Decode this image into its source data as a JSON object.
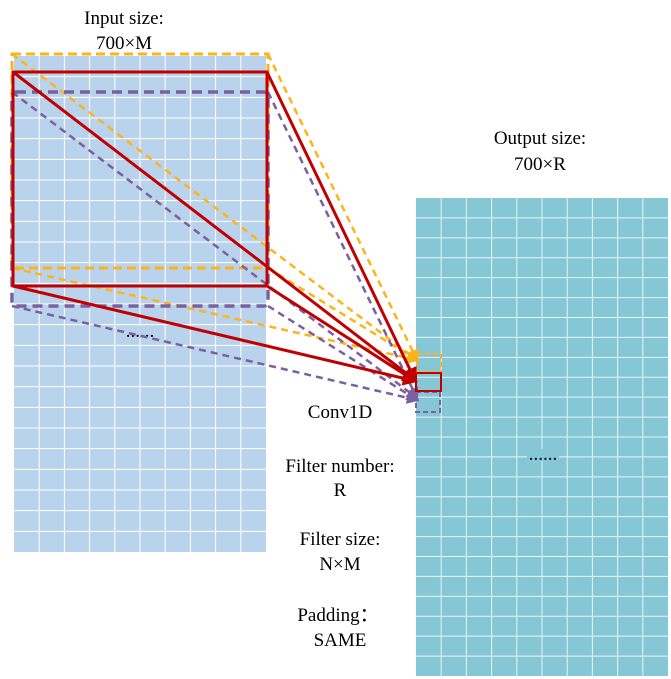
{
  "input": {
    "title": "Input size:",
    "size": "700×M",
    "ellipsis": "......",
    "rows": 24,
    "cols": 10,
    "fill_color": "#bad3ec",
    "grid_color": "#ffffff"
  },
  "output": {
    "title": "Output size:",
    "size": "700×R",
    "ellipsis": "......",
    "rows": 24,
    "cols": 10,
    "fill_color": "#86c7d6",
    "grid_color": "#e8f4f8"
  },
  "conv": {
    "label": "Conv1D",
    "filter_number_label": "Filter number:",
    "filter_number_value": "R",
    "filter_size_label": "Filter size:",
    "filter_size_value": "N×M",
    "padding_label": "Padding：",
    "padding_value": "SAME"
  },
  "colors": {
    "orange": "#ffb31a",
    "red": "#c00000",
    "purple": "#7a60a0"
  }
}
